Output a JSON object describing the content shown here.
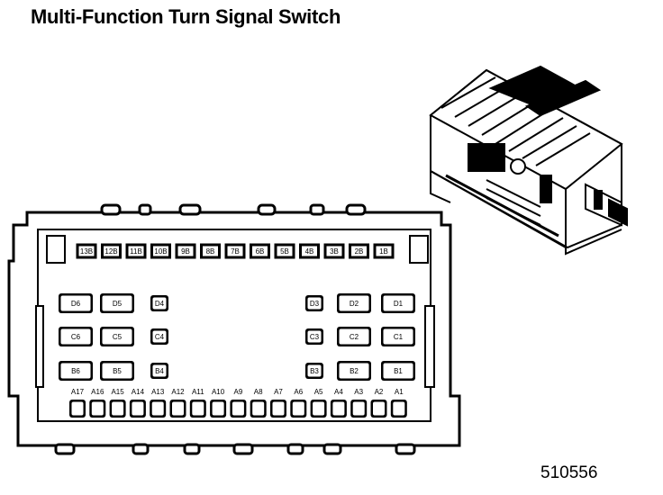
{
  "title": "Multi-Function Turn Signal Switch",
  "figure_number": "510556",
  "connector": {
    "row_b_top": [
      "13B",
      "12B",
      "11B",
      "10B",
      "9B",
      "8B",
      "7B",
      "6B",
      "5B",
      "4B",
      "3B",
      "2B",
      "1B"
    ],
    "left_block": {
      "d": [
        "D6",
        "D5",
        "D4"
      ],
      "c": [
        "C6",
        "C5",
        "C4"
      ],
      "b": [
        "B6",
        "B5",
        "B4"
      ]
    },
    "right_block": {
      "d": [
        "D3",
        "D2",
        "D1"
      ],
      "c": [
        "C3",
        "C2",
        "C1"
      ],
      "b": [
        "B3",
        "B2",
        "B1"
      ]
    },
    "row_a": [
      "A17",
      "A16",
      "A15",
      "A14",
      "A13",
      "A12",
      "A11",
      "A10",
      "A9",
      "A8",
      "A7",
      "A6",
      "A5",
      "A4",
      "A3",
      "A2",
      "A1"
    ]
  }
}
